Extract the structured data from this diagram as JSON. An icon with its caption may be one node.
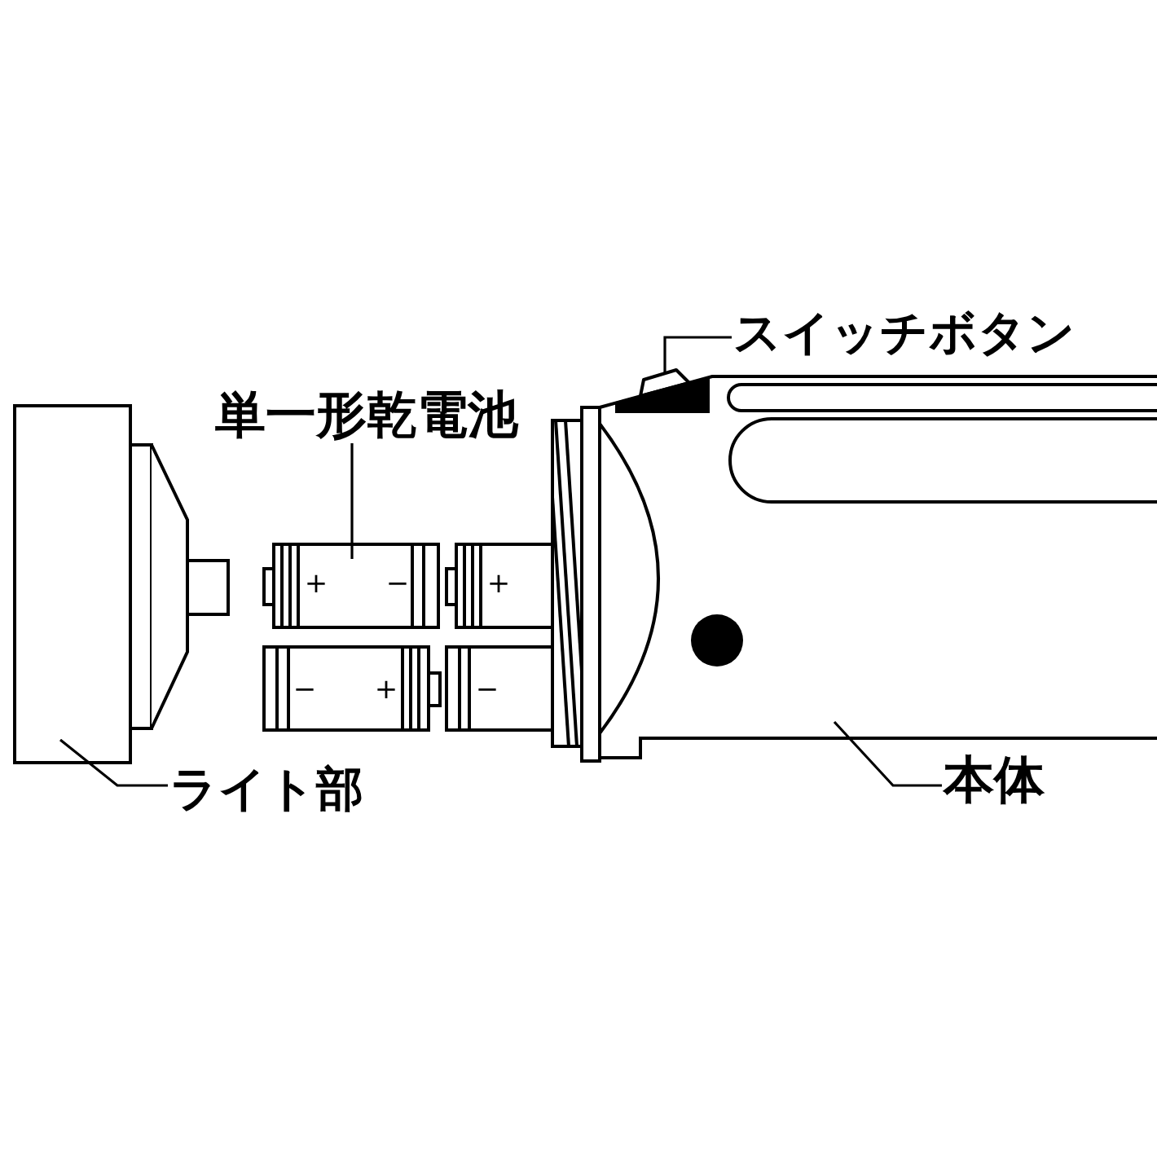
{
  "diagram": {
    "nodes": [
      {
        "text": [
          "スイッチボタン"
        ]
      },
      {
        "text": [],
        "shape": "picture"
      },
      {
        "text": [
          "単一形乾電池"
        ]
      },
      {
        "text": [],
        "shape": "picture"
      },
      {
        "text": [],
        "shape": "box"
      },
      {
        "text": [],
        "shape": "picture"
      },
      {
        "text": [
          "ライト部"
        ]
      },
      {
        "text": [
          "本体"
        ]
      }
    ],
    "edges": [
      {
        "from": 0,
        "to": 1,
        "arrow": "none"
      },
      {
        "from": 2,
        "to": 3,
        "arrow": "none"
      },
      {
        "from": 6,
        "to": 4,
        "arrow": "none"
      },
      {
        "from": 7,
        "to": 5,
        "arrow": "none"
      }
    ],
    "labels": [
      "+",
      "−",
      "+",
      "−",
      "+",
      "−"
    ]
  }
}
